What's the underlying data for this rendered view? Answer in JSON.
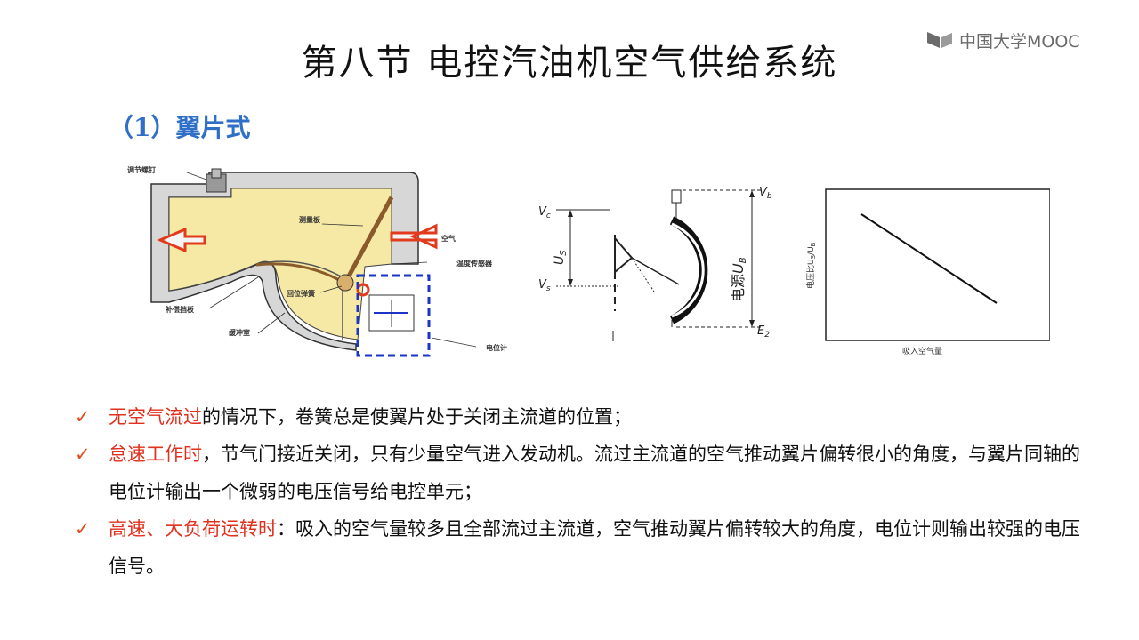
{
  "watermark": {
    "text": "中国大学MOOC"
  },
  "slide": {
    "title": "第八节  电控汽油机空气供给系统",
    "subtitle": "（1）翼片式"
  },
  "figure_meter": {
    "labels": {
      "adjust_screw": "调节螺钉",
      "measuring_plate": "测量板",
      "air": "空气",
      "temp_sensor": "温度传感器",
      "comp_plate": "补偿挡板",
      "return_spring": "回位弹簧",
      "damper": "缓冲室",
      "potentiometer": "电位计"
    },
    "colors": {
      "fill": "#f6e9a6",
      "arrow": "#e23a1c",
      "circuit": "#1a35c8"
    }
  },
  "figure_circuit": {
    "labels": {
      "vb": "V",
      "vb_sub": "b",
      "vc": "V",
      "vc_sub": "c",
      "us": "U",
      "us_sub": "S",
      "vs": "V",
      "vs_sub": "s",
      "ub_prefix": "电源",
      "ub": "U",
      "ub_sub": "B",
      "e2": "E",
      "e2_sub": "2"
    }
  },
  "figure_graph": {
    "ylabel": "电压比U",
    "ylabel_sub1": "S",
    "ylabel_mid": "/U",
    "ylabel_sub2": "B",
    "xlabel": "吸入空气量"
  },
  "bullets": [
    {
      "highlight": "无空气流过",
      "text": "的情况下，卷簧总是使翼片处于关闭主流道的位置；"
    },
    {
      "highlight": "怠速工作时",
      "text": "，节气门接近关闭，只有少量空气进入发动机。流过主流道的空气推动翼片偏转很小的角度，与翼片同轴的电位计输出一个微弱的电压信号给电控单元；"
    },
    {
      "highlight": "高速、大负荷运转时",
      "text": "：吸入的空气量较多且全部流过主流道，空气推动翼片偏转较大的角度，电位计则输出较强的电压信号。"
    }
  ],
  "check_icon": "✓"
}
